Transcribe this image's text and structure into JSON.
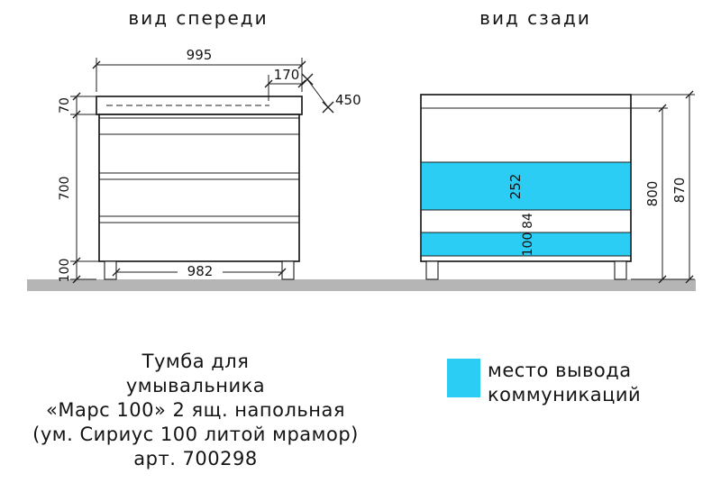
{
  "titles": {
    "front": "вид спереди",
    "back": "вид сзади"
  },
  "front": {
    "dim_width_top": "995",
    "dim_offset": "170",
    "dim_depth": "450",
    "dim_top_height": "70",
    "dim_body_height": "700",
    "dim_leg_height": "100",
    "dim_width_bottom": "982"
  },
  "back": {
    "dim_band_top": "252",
    "dim_gap": "84",
    "dim_band_bottom": "100",
    "dim_inner_height": "800",
    "dim_total_height": "870"
  },
  "caption": {
    "line1": "Тумба для",
    "line2": "умывальника",
    "line3": "«Марс 100» 2 ящ. напольная",
    "line4": "(ум. Сириус 100 литой мрамор)",
    "line5": "арт. 700298"
  },
  "legend": {
    "line1": "место вывода",
    "line2": "коммуникаций"
  },
  "colors": {
    "highlight": "#2bcdf4",
    "floor": "#b5b5b5",
    "line": "#1d1d1d"
  }
}
